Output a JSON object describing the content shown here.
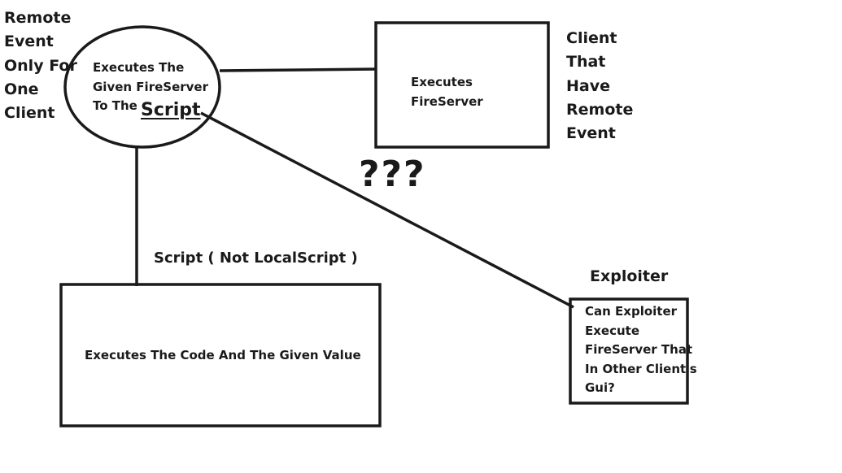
{
  "diagram": {
    "remote_event_label": [
      "Remote",
      "Event",
      "Only For",
      "One",
      "Client"
    ],
    "circle_node": {
      "lines": [
        "Executes The",
        "Given FireServer",
        "To The"
      ],
      "emphasis": "Script"
    },
    "fireserver_node": [
      "Executes",
      "FireServer"
    ],
    "client_label": [
      "Client",
      "That",
      "Have",
      "Remote",
      "Event"
    ],
    "unknown_marks": "???",
    "script_connector_label": "Script ( Not LocalScript )",
    "code_node": "Executes The Code And The Given Value",
    "exploiter_label": "Exploiter",
    "exploiter_node": [
      "Can Exploiter",
      "Execute",
      "FireServer That",
      "In Other Client's",
      "Gui?"
    ]
  },
  "colors": {
    "ink": "#1a1a1a",
    "background": "#ffffff"
  }
}
